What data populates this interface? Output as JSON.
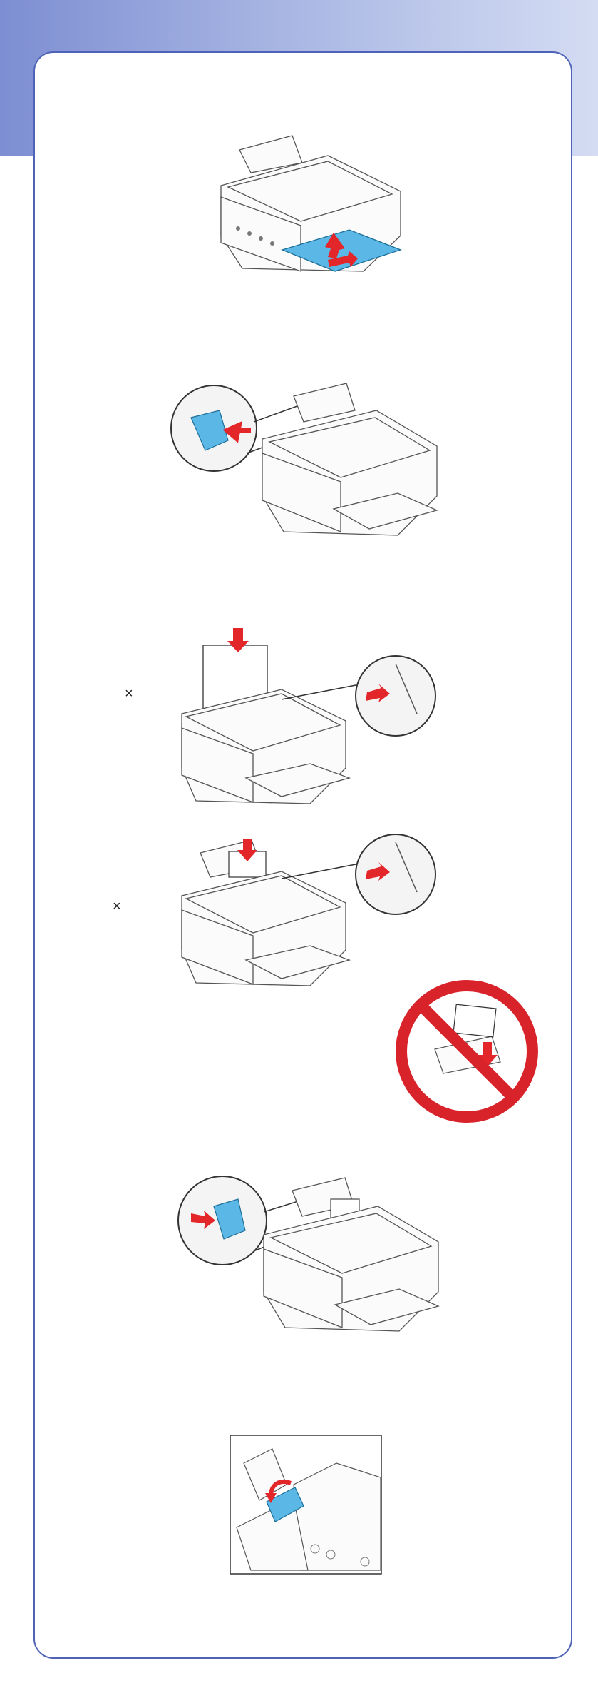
{
  "page": {
    "accent": "#4e63b7",
    "band_start": "#7d8ed2",
    "band_end": "#d4dcf3"
  },
  "figures": [
    {
      "id": "fig-extend-output-tray",
      "icons": [
        "printer",
        "output-tray",
        "arrow"
      ]
    },
    {
      "id": "fig-slide-edge-guide",
      "icons": [
        "printer",
        "magnifier",
        "edge-guide",
        "arrow"
      ]
    },
    {
      "id": "fig-load-paper-portrait",
      "icons": [
        "printer",
        "paper",
        "arrow",
        "magnifier"
      ]
    },
    {
      "id": "fig-load-paper-landscape",
      "icons": [
        "printer",
        "paper",
        "arrow",
        "magnifier"
      ]
    },
    {
      "id": "fig-do-not-load-sideways",
      "icons": [
        "prohibited",
        "paper",
        "arrow"
      ]
    },
    {
      "id": "fig-slide-guide-against-paper",
      "icons": [
        "printer",
        "magnifier",
        "edge-guide",
        "arrow"
      ]
    },
    {
      "id": "fig-feeder-guard",
      "icons": [
        "printer",
        "feeder-guard",
        "arrow"
      ]
    }
  ],
  "marks": {
    "multiply_1": "×",
    "multiply_2": "×"
  }
}
